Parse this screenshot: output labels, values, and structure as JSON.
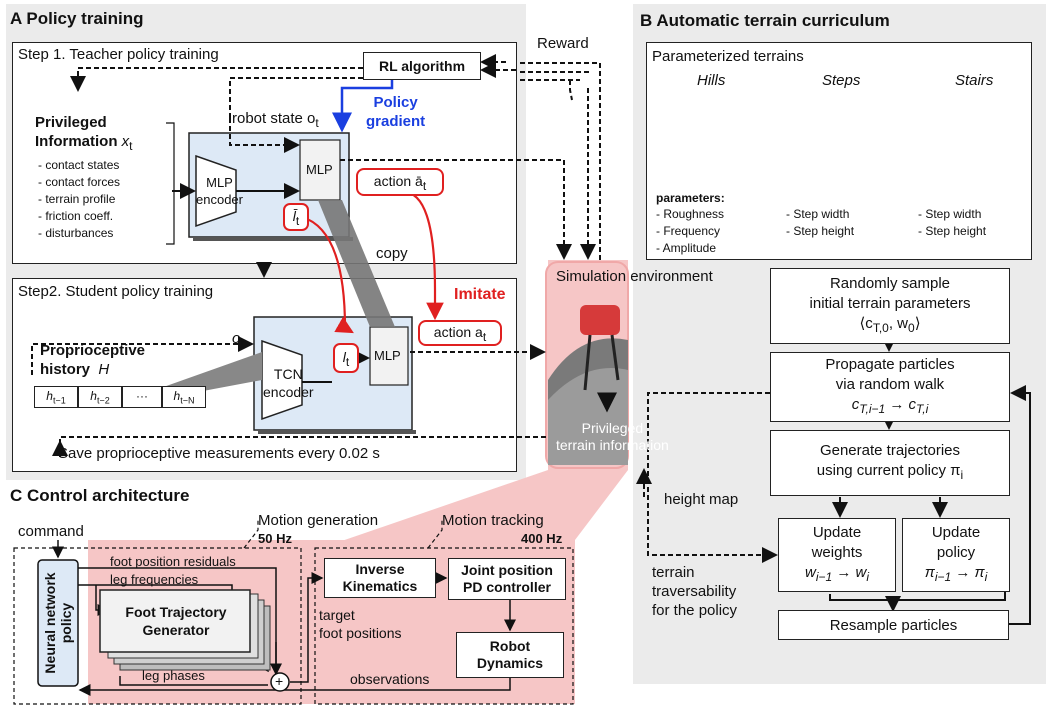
{
  "panelA": {
    "title": "A  Policy training",
    "step1": "Step 1. Teacher policy training",
    "step2": "Step2. Student policy training",
    "rl_algorithm": "RL algorithm",
    "reward": "Reward",
    "robot_state": "robot state o",
    "robot_state_sub": "t",
    "policy_gradient_l1": "Policy",
    "policy_gradient_l2": "gradient",
    "privileged_l1": "Privileged",
    "privileged_l2": "Information",
    "privileged_var": "x",
    "privileged_var_sub": "t",
    "privileged_items": [
      "- contact states",
      "- contact forces",
      "- terrain profile",
      "- friction coeff.",
      "- disturbances"
    ],
    "mlp_encoder_l1": "MLP",
    "mlp_encoder_l2": "encoder",
    "mlp": "MLP",
    "teacher_latent": "l̄",
    "teacher_latent_sub": "t",
    "action_teacher": "action ā",
    "action_teacher_sub": "t",
    "copy": "copy",
    "imitate": "Imitate",
    "o_t": "o",
    "o_t_sub": "t",
    "proprio_l1": "Proprioceptive",
    "proprio_l2": "history",
    "proprio_var": "H",
    "history_cells": [
      {
        "main": "h",
        "sub": "t−1"
      },
      {
        "main": "h",
        "sub": "t−2"
      },
      {
        "main": "···",
        "sub": ""
      },
      {
        "main": "h",
        "sub": "t−N"
      }
    ],
    "tcn_l1": "TCN",
    "tcn_l2": "encoder",
    "student_latent": "l",
    "student_latent_sub": "t",
    "mlp2": "MLP",
    "action_student": "action a",
    "action_student_sub": "t",
    "save_text": "Save proprioceptive measurements every 0.02 s"
  },
  "sim": {
    "title": "Simulation environment",
    "privileged_l1": "Privileged",
    "privileged_l2": "terrain information"
  },
  "panelB": {
    "title": "B  Automatic terrain curriculum",
    "parameterized": "Parameterized terrains",
    "terrains": [
      {
        "name": "Hills",
        "params": [
          "- Roughness",
          "- Frequency",
          "- Amplitude"
        ]
      },
      {
        "name": "Steps",
        "params": [
          "- Step width",
          "- Step height"
        ]
      },
      {
        "name": "Stairs",
        "params": [
          "- Step width",
          "- Step height"
        ]
      }
    ],
    "parameters_label": "parameters:",
    "sample_l1": "Randomly sample",
    "sample_l2": "initial terrain parameters",
    "sample_l3": "⟨c",
    "sample_l3_sub": "T,0",
    "sample_l3_rest": ", w",
    "sample_l3_sub2": "0",
    "sample_l3_end": "⟩",
    "propagate_l1": "Propagate particles",
    "propagate_l2": "via random walk",
    "propagate_l3": "c",
    "propagate_l3_sub": "T,i−1",
    "propagate_l3_mid": " → c",
    "propagate_l3_sub2": "T,i",
    "generate_l1": "Generate trajectories",
    "generate_l2": "using current policy π",
    "generate_l2_sub": "i",
    "height_map": "height map",
    "update_weights_l1": "Update",
    "update_weights_l2": "weights",
    "update_weights_l3": "w",
    "update_weights_l3_sub": "i−1",
    "update_weights_l3_mid": " → w",
    "update_weights_l3_sub2": "i",
    "update_policy_l1": "Update",
    "update_policy_l2": "policy",
    "update_policy_l3": "π",
    "update_policy_l3_sub": "i−1",
    "update_policy_l3_mid": " → π",
    "update_policy_l3_sub2": "i",
    "traversability_l1": "terrain",
    "traversability_l2": "traversability",
    "traversability_l3": "for the policy",
    "resample": "Resample particles"
  },
  "panelC": {
    "title": "C  Control architecture",
    "command": "command",
    "motion_generation": "Motion generation",
    "hz50": "50 Hz",
    "motion_tracking": "Motion tracking",
    "hz400": "400 Hz",
    "nn_policy_l1": "Neural network",
    "nn_policy_l2": "policy",
    "foot_residuals": "foot position residuals",
    "leg_frequencies": "leg frequencies",
    "ftg_l1": "Foot Trajectory",
    "ftg_l2": "Generator",
    "leg_phases": "leg phases",
    "plus": "+",
    "target_l1": "target",
    "target_l2": "foot positions",
    "ik_l1": "Inverse",
    "ik_l2": "Kinematics",
    "pd_l1": "Joint position",
    "pd_l2": "PD controller",
    "dyn_l1": "Robot",
    "dyn_l2": "Dynamics",
    "observations": "observations"
  },
  "colors": {
    "panel_bg": "#ebebeb",
    "blue_box": "#dde9f6",
    "pink": "#f6c6c6",
    "red": "#e02020",
    "blue": "#1a3fe0"
  }
}
